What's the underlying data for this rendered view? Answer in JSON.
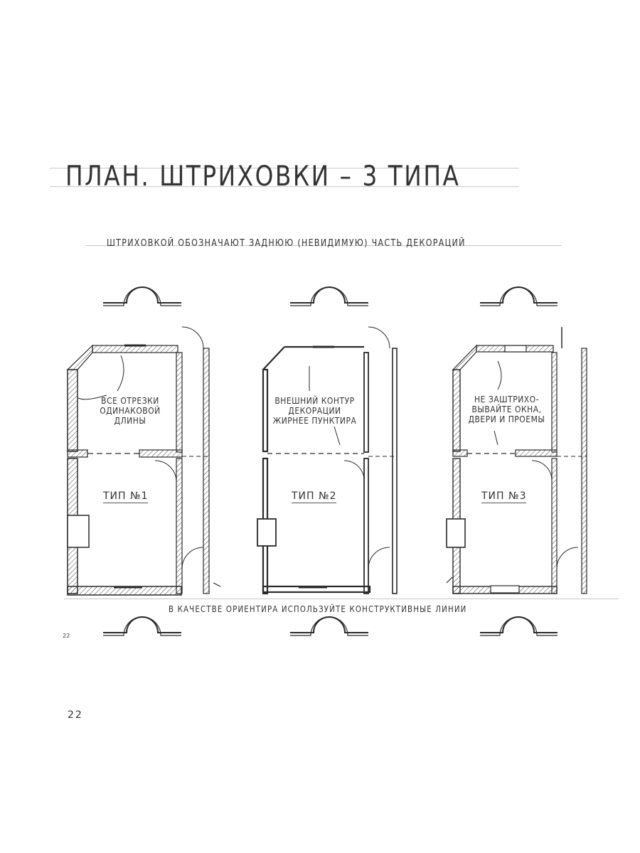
{
  "title": "ПЛАН. ШТРИХОВКИ – 3 ТИПА",
  "subtitle": "ШТРИХОВКОЙ ОБОЗНАЧАЮТ ЗАДНЮЮ (НЕВИДИМУЮ) ЧАСТЬ ДЕКОРАЦИЙ",
  "plans": [
    {
      "label": "ТИП №1",
      "caption": [
        "ВСЕ ОТРЕЗКИ",
        "ОДИНАКОВОЙ",
        "ДЛИНЫ"
      ]
    },
    {
      "label": "ТИП №2",
      "caption": [
        "ВНЕШНИЙ КОНТУР",
        "ДЕКОРАЦИИ",
        "ЖИРНЕЕ ПУНКТИРА"
      ]
    },
    {
      "label": "ТИП №3",
      "caption": [
        "НЕ ЗАШТРИХО-",
        "ВЫВАЙТЕ ОКНА,",
        "ДВЕРИ И ПРОЕМЫ"
      ]
    }
  ],
  "bottom_note": "В КАЧЕСТВЕ ОРИЕНТИРА ИСПОЛЬЗУЙТЕ КОНСТРУКТИВНЫЕ ЛИНИИ",
  "small_page_number": "22",
  "page_number": "22",
  "colors": {
    "ink": "#2a2a2a",
    "guide": "#c8c8c8",
    "paper": "#ffffff"
  }
}
